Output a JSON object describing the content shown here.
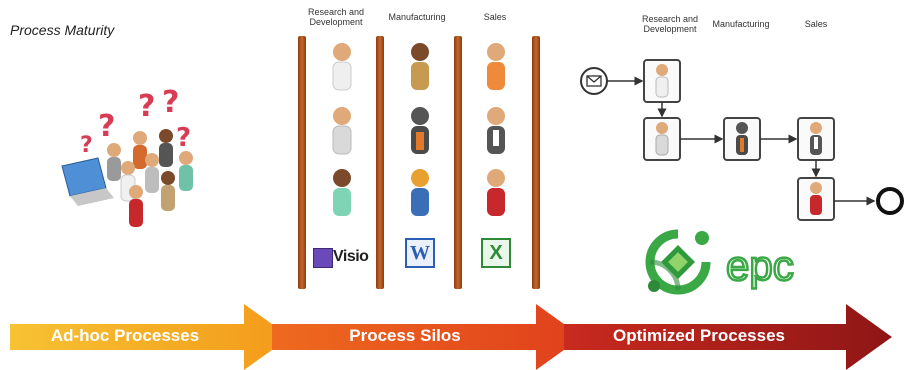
{
  "title": "Process Maturity",
  "silos": {
    "columns": [
      "Research and Development",
      "Manufacturing",
      "Sales"
    ]
  },
  "optimized": {
    "columns": [
      "Research and Development",
      "Manufacturing",
      "Sales"
    ]
  },
  "apps": {
    "visio": "Visio",
    "word": "W",
    "excel": "X"
  },
  "logo": {
    "text": "epc"
  },
  "stages": [
    "Ad-hoc Processes",
    "Process Silos",
    "Optimized Processes"
  ],
  "colors": {
    "stage1": "#f6b21b",
    "stage2": "#e8491d",
    "stage3": "#9b1b1b",
    "question": "#d83c55",
    "logo_green": "#39a845"
  }
}
